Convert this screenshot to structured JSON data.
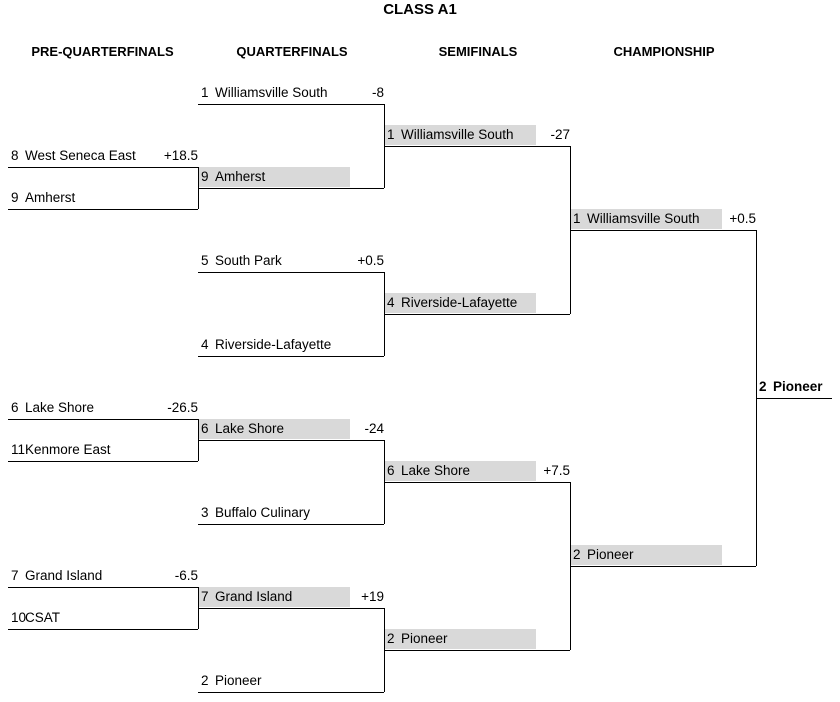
{
  "title": "CLASS A1",
  "rounds": [
    "PRE-QUARTERFINALS",
    "QUARTERFINALS",
    "SEMIFINALS",
    "CHAMPIONSHIP"
  ],
  "pre": [
    {
      "seed": "8",
      "name": "West Seneca East",
      "odds": "+18.5"
    },
    {
      "seed": "9",
      "name": "Amherst",
      "odds": ""
    },
    {
      "seed": "6",
      "name": "Lake Shore",
      "odds": "-26.5"
    },
    {
      "seed": "11",
      "name": "Kenmore East",
      "odds": ""
    },
    {
      "seed": "7",
      "name": "Grand Island",
      "odds": "-6.5"
    },
    {
      "seed": "10",
      "name": "CSAT",
      "odds": ""
    }
  ],
  "quarter": [
    {
      "seed": "1",
      "name": "Williamsville South",
      "odds": "-8"
    },
    {
      "seed": "9",
      "name": "Amherst",
      "odds": ""
    },
    {
      "seed": "5",
      "name": "South Park",
      "odds": "+0.5"
    },
    {
      "seed": "4",
      "name": "Riverside-Lafayette",
      "odds": ""
    },
    {
      "seed": "6",
      "name": "Lake Shore",
      "odds": "-24"
    },
    {
      "seed": "3",
      "name": "Buffalo Culinary",
      "odds": ""
    },
    {
      "seed": "7",
      "name": "Grand Island",
      "odds": "+19"
    },
    {
      "seed": "2",
      "name": "Pioneer",
      "odds": ""
    }
  ],
  "semi": [
    {
      "seed": "1",
      "name": "Williamsville South",
      "odds": "-27"
    },
    {
      "seed": "4",
      "name": "Riverside-Lafayette",
      "odds": ""
    },
    {
      "seed": "6",
      "name": "Lake Shore",
      "odds": "+7.5"
    },
    {
      "seed": "2",
      "name": "Pioneer",
      "odds": ""
    }
  ],
  "champ": [
    {
      "seed": "1",
      "name": "Williamsville South",
      "odds": "+0.5"
    },
    {
      "seed": "2",
      "name": "Pioneer",
      "odds": ""
    }
  ],
  "winner": {
    "seed": "2",
    "name": "Pioneer"
  }
}
